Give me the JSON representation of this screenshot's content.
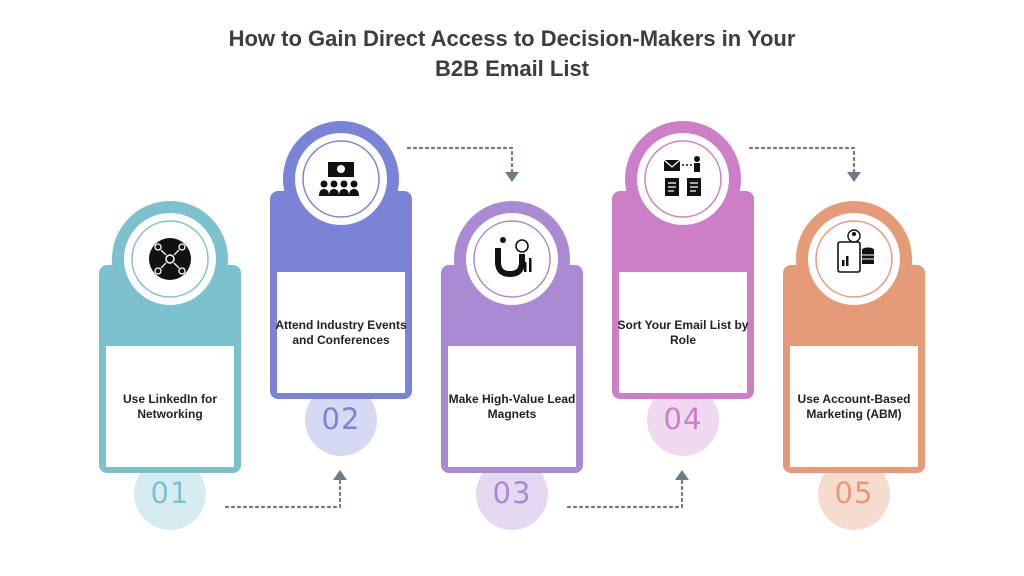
{
  "title": {
    "line1": "How to Gain Direct Access to Decision-Makers in Your",
    "line2": "B2B Email List"
  },
  "steps": [
    {
      "number": "01",
      "text": "Use LinkedIn for Networking",
      "color": "#7cc1cd",
      "light": "#d7ecf0",
      "icon": "linkedin-network-icon",
      "position": "low"
    },
    {
      "number": "02",
      "text": "Attend Industry Events and Conferences",
      "color": "#7a83d6",
      "light": "#d6d9f2",
      "icon": "conference-event-icon",
      "position": "high"
    },
    {
      "number": "03",
      "text": "Make High-Value Lead Magnets",
      "color": "#a98ad3",
      "light": "#e4d9f1",
      "icon": "lead-magnet-icon",
      "position": "low"
    },
    {
      "number": "04",
      "text": "Sort Your Email List by Role",
      "color": "#cc7fc6",
      "light": "#f0d8ee",
      "icon": "email-sort-role-icon",
      "position": "high"
    },
    {
      "number": "05",
      "text": "Use Account-Based Marketing (ABM)",
      "color": "#e59a78",
      "light": "#f6dccf",
      "icon": "account-based-marketing-icon",
      "position": "low"
    }
  ],
  "connector_color": "#6d7b86"
}
